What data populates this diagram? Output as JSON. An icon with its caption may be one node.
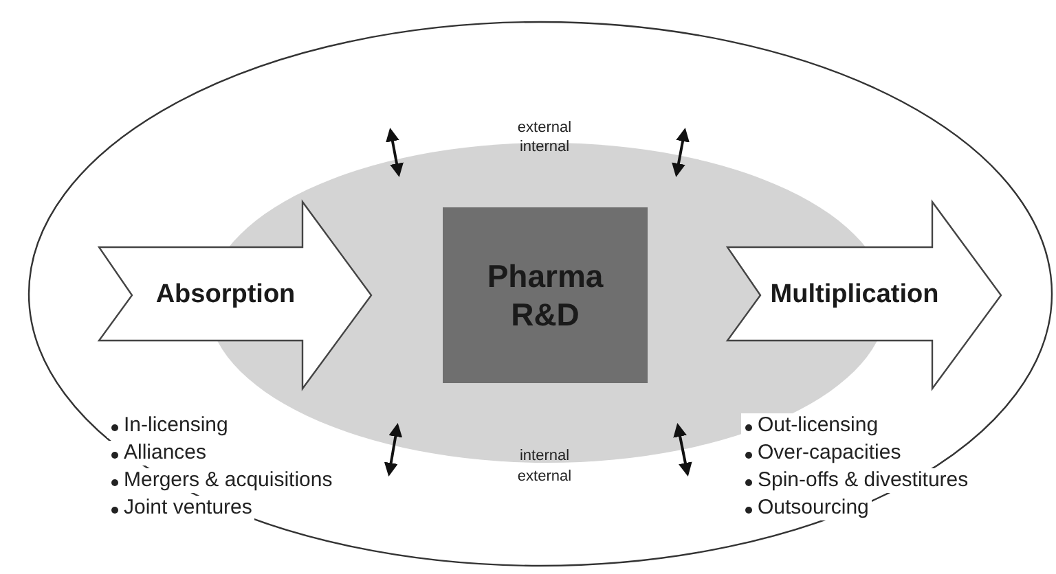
{
  "diagram": {
    "nodes": [
      {
        "text": [],
        "shape": "ellipse"
      },
      {
        "text": [],
        "shape": "ellipse",
        "in": 0
      },
      {
        "text": [
          "Absorption"
        ],
        "in": 0
      },
      {
        "text": [
          "Pharma R&D"
        ],
        "in": 1
      },
      {
        "text": [
          "Multiplication"
        ],
        "in": 0
      }
    ],
    "labels": [
      "external",
      "internal",
      "In-licensing",
      "Alliances",
      "Mergers & acquisitions",
      "Joint ventures",
      "internal",
      "external",
      "Out-licensing",
      "Over-capacities",
      "Spin-offs & divestitures",
      "Outsourcing"
    ]
  }
}
